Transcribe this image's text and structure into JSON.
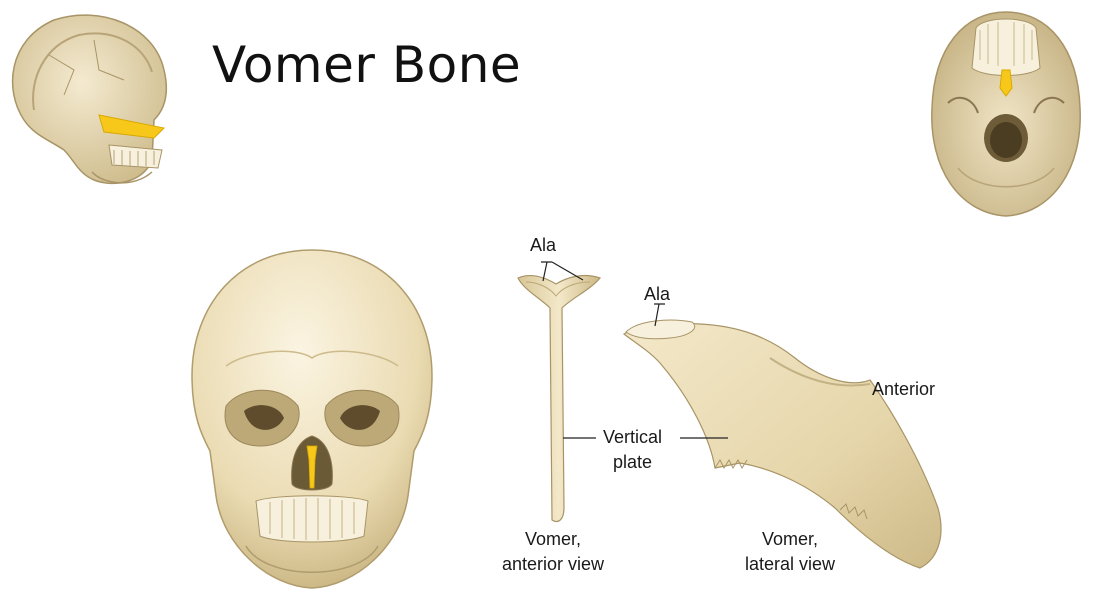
{
  "slide": {
    "title": "Vomer Bone"
  },
  "labels": {
    "ala_anterior": "Ala",
    "ala_lateral": "Ala",
    "anterior": "Anterior",
    "vertical_plate_line1": "Vertical",
    "vertical_plate_line2": "plate",
    "caption_anterior_line1": "Vomer,",
    "caption_anterior_line2": "anterior view",
    "caption_lateral_line1": "Vomer,",
    "caption_lateral_line2": "lateral view"
  },
  "colors": {
    "bone": "#efe2bf",
    "bone_shadow": "#c9b88c",
    "bone_outline": "#a89466",
    "highlight": "#f7c81a",
    "cavity": "#8a7650"
  }
}
